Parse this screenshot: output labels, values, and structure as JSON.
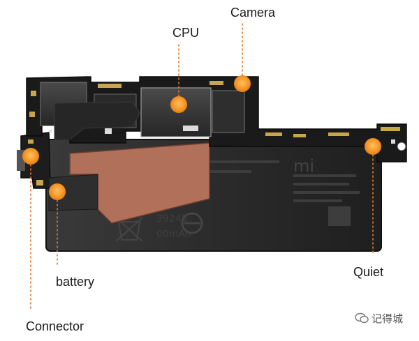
{
  "labels": {
    "camera": "Camera",
    "cpu": "CPU",
    "battery": "battery",
    "quiet": "Quiet",
    "connector": "Connector"
  },
  "battery_print": {
    "brand": "mi",
    "model_partial": "39245",
    "capacity_partial": "00mAh"
  },
  "watermark": "记得城",
  "colors": {
    "marker": "#f59423",
    "leader": "#e8772a",
    "board": "#1a1a1a",
    "battery": "#2a2a2a",
    "flex_copper": "#b0705a"
  }
}
